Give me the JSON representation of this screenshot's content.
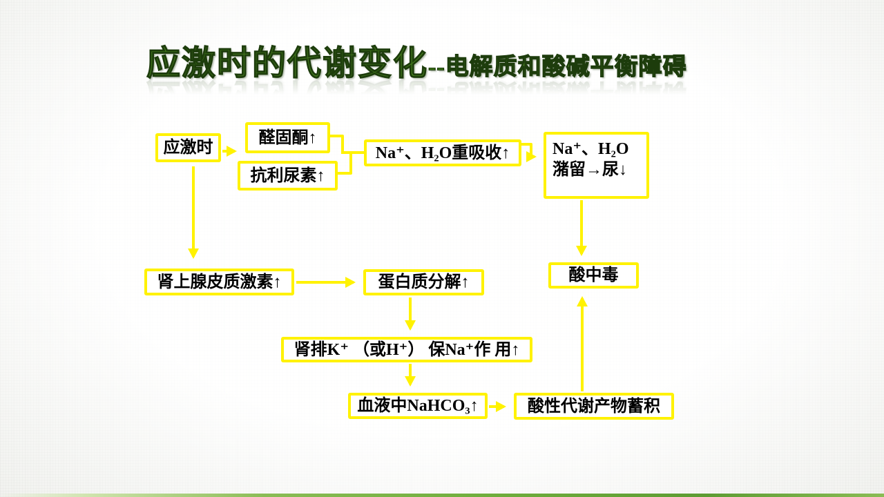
{
  "title": {
    "main": "应激时的代谢变化",
    "sub": "--电解质和酸碱平衡障碍"
  },
  "colors": {
    "accent_yellow": "#fff200",
    "title_green": "#47801f",
    "bottom_bar_green": "#6fae3d",
    "box_background": "#ffffff",
    "box_text": "#000000"
  },
  "flowchart": {
    "nodes": [
      {
        "id": "stress",
        "label": "应激时"
      },
      {
        "id": "aldosterone",
        "label": "醛固酮↑"
      },
      {
        "id": "antidiuretic-hormone",
        "label": "抗利尿素↑"
      },
      {
        "id": "na-h2o-reabsorption",
        "label": "Na⁺、H₂O重吸收↑"
      },
      {
        "id": "na-h2o-retention",
        "label": "Na⁺、H₂O\n潴留→尿↓"
      },
      {
        "id": "adrenal-cortex-hormones",
        "label": "肾上腺皮质激素↑"
      },
      {
        "id": "protein-breakdown",
        "label": "蛋白质分解↑"
      },
      {
        "id": "acidosis",
        "label": "酸中毒"
      },
      {
        "id": "renal-k-excretion",
        "label": "肾排K⁺ （或H⁺） 保Na⁺作 用↑"
      },
      {
        "id": "blood-nahco3",
        "label": "血液中NaHCO₃↑"
      },
      {
        "id": "acidic-metabolite-accumulation",
        "label": "酸性代谢产物蓄积"
      }
    ]
  }
}
